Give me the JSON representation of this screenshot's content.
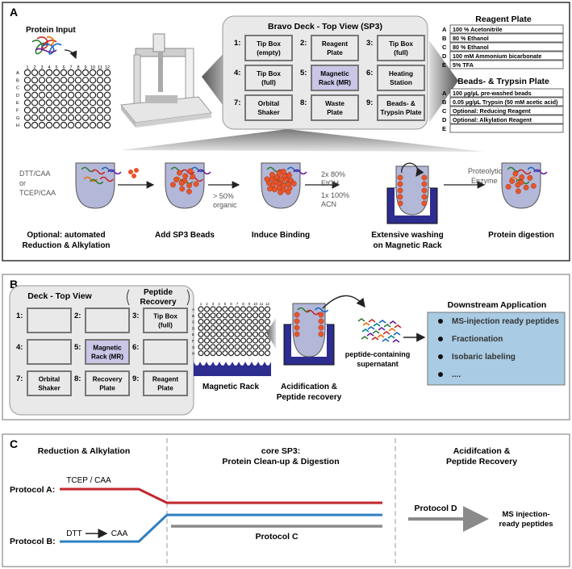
{
  "panelA": {
    "letter": "A",
    "protein_input": "Protein Input",
    "plate_cols": [
      "1",
      "2",
      "3",
      "4",
      "5",
      "6",
      "7",
      "8",
      "9",
      "10",
      "11",
      "12"
    ],
    "plate_rows": [
      "A",
      "B",
      "C",
      "D",
      "E",
      "F",
      "G",
      "H"
    ],
    "deck_title": "Bravo Deck - Top View (SP3)",
    "deck_slots": [
      {
        "num": "1:",
        "label": [
          "Tip Box",
          "(empty)"
        ]
      },
      {
        "num": "2:",
        "label": [
          "Reagent",
          "Plate"
        ]
      },
      {
        "num": "3:",
        "label": [
          "Tip Box",
          "(full)"
        ]
      },
      {
        "num": "4:",
        "label": [
          "Tip Box",
          "(full)"
        ]
      },
      {
        "num": "5:",
        "label": [
          "Magnetic",
          "Rack (MR)"
        ]
      },
      {
        "num": "6:",
        "label": [
          "Heating",
          "Station"
        ]
      },
      {
        "num": "7:",
        "label": [
          "Orbital",
          "Shaker"
        ]
      },
      {
        "num": "8:",
        "label": [
          "Waste",
          "Plate"
        ]
      },
      {
        "num": "9:",
        "label": [
          "Beads- &",
          "Trypsin Plate"
        ]
      }
    ],
    "reagent_plate": {
      "title": "Reagent Plate",
      "rows": [
        {
          "k": "A",
          "v": "100 % Acetonitrile"
        },
        {
          "k": "B",
          "v": "80 % Ethanol"
        },
        {
          "k": "C",
          "v": "80 % Ethanol"
        },
        {
          "k": "D",
          "v": "100 mM Ammonium bicarbonate"
        },
        {
          "k": "E",
          "v": "5% TFA"
        }
      ]
    },
    "beads_plate": {
      "title": "Beads- & Trypsin Plate",
      "rows": [
        {
          "k": "A",
          "v": "100 µg/µL pre-washed beads"
        },
        {
          "k": "B",
          "v": "0.05 µg/µL Trypsin (50 mM acetic acid)"
        },
        {
          "k": "C",
          "v": "Optional: Reducing Reagent"
        },
        {
          "k": "D",
          "v": "Optional: Alkylation Reagent"
        },
        {
          "k": "E",
          "v": ""
        }
      ]
    },
    "workflow": {
      "dtt": [
        "DTT/CAA",
        "or",
        "TCEP/CAA"
      ],
      "organic": [
        "> 50%",
        "organic"
      ],
      "wash": [
        "2x 80%",
        "EtOH",
        "1x 100%",
        "ACN"
      ],
      "enzyme": [
        "Proteolytic",
        "Enzyme"
      ],
      "steps": [
        [
          "Optional: automated",
          "Reduction & Alkylation"
        ],
        [
          "Add SP3 Beads"
        ],
        [
          "Induce Binding"
        ],
        [
          "Extensive washing",
          "on Magnetic Rack"
        ],
        [
          "Protein digestion"
        ]
      ]
    }
  },
  "panelB": {
    "letter": "B",
    "deck_title": "Deck - Top View",
    "deck_subtitle": [
      "Peptide",
      "Recovery"
    ],
    "deck_slots": [
      {
        "num": "1:",
        "label": []
      },
      {
        "num": "2:",
        "label": []
      },
      {
        "num": "3:",
        "label": [
          "Tip Box",
          "(full)"
        ]
      },
      {
        "num": "4:",
        "label": []
      },
      {
        "num": "5:",
        "label": [
          "Magnetic",
          "Rack (MR)"
        ]
      },
      {
        "num": "6:",
        "label": []
      },
      {
        "num": "7:",
        "label": [
          "Orbital",
          "Shaker"
        ]
      },
      {
        "num": "8:",
        "label": [
          "Recovery",
          "Plate"
        ]
      },
      {
        "num": "9:",
        "label": [
          "Reagent",
          "Plate"
        ]
      }
    ],
    "magnetic_rack": "Magnetic Rack",
    "acid": [
      "Acidification &",
      "Peptide recovery"
    ],
    "supernatant": [
      "peptide-containing",
      "supernatant"
    ],
    "downstream_title": "Downstream Application",
    "downstream_items": [
      "MS-injection ready peptides",
      "Fractionation",
      "Isobaric labeling",
      "...."
    ]
  },
  "panelC": {
    "letter": "C",
    "col1": "Reduction & Alkylation",
    "col2": [
      "core SP3:",
      "Protein Clean-up & Digestion"
    ],
    "col3": [
      "Acidifcation &",
      "Peptide Recovery"
    ],
    "protocolA": "Protocol A:",
    "protocolA_reagent": "TCEP / CAA",
    "protocolB": "Protocol B:",
    "protocolB_r1": "DTT",
    "protocolB_r2": "CAA",
    "protocolC": "Protocol C",
    "protocolD": "Protocol D",
    "output": [
      "MS injection-",
      "ready peptides"
    ]
  },
  "colors": {
    "red": "#c0272d",
    "blue": "#2e7fc1",
    "gray": "#8a8a8a",
    "lightblue": "#a9cbe3",
    "bead": "#e8542a",
    "tube": "#b3b8d8",
    "darkblue": "#2d2c8f",
    "lavender": "#c9c6e6"
  }
}
